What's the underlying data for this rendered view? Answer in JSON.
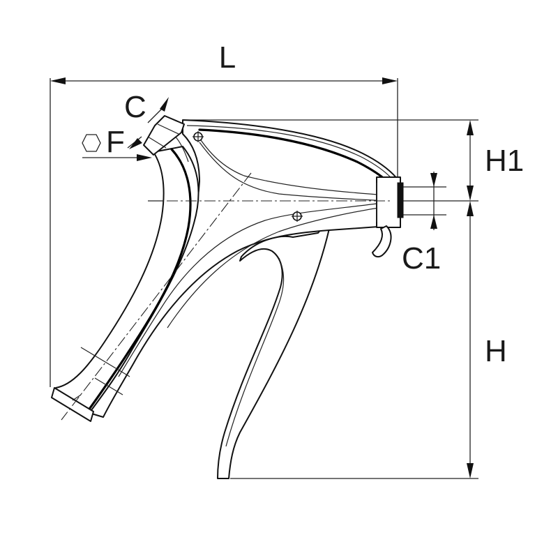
{
  "drawing": {
    "labels": {
      "L": "L",
      "C": "C",
      "F": "F",
      "H1": "H1",
      "H": "H",
      "C1": "C1"
    },
    "icons": {
      "hex": "hexagon-icon"
    }
  }
}
